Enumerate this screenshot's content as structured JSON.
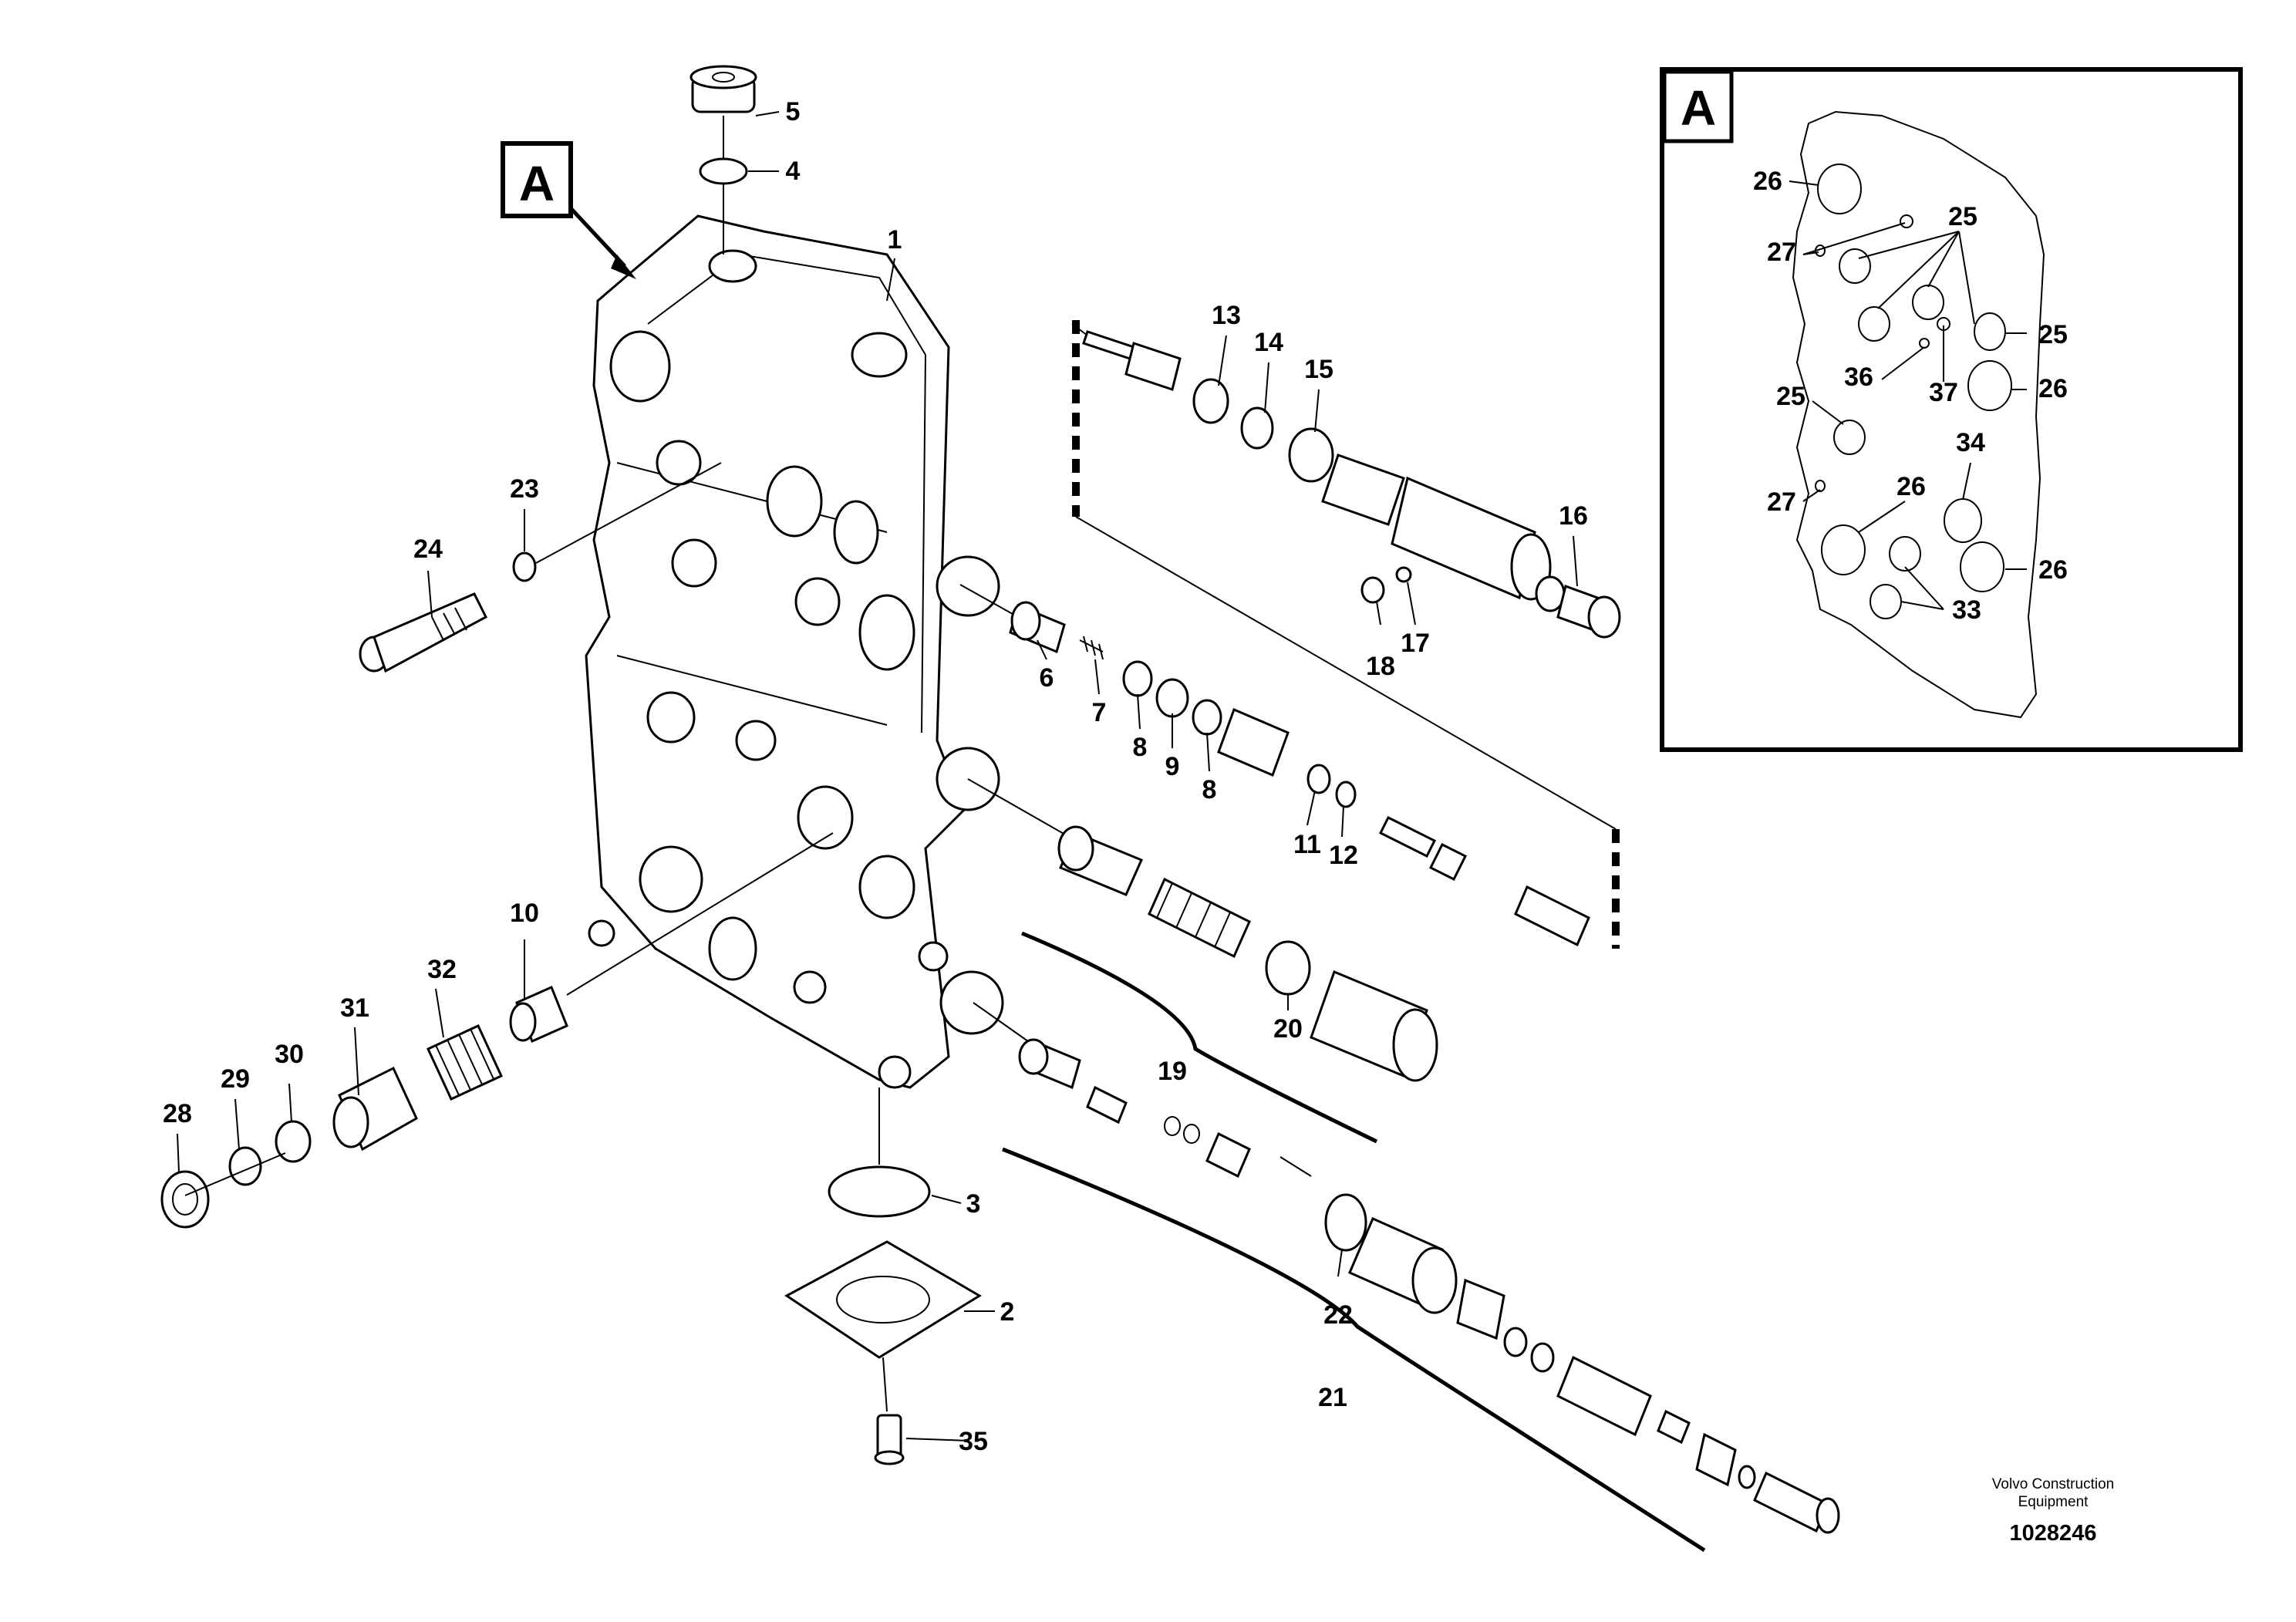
{
  "view_marker": {
    "letter": "A"
  },
  "inset_marker": {
    "letter": "A"
  },
  "callouts_main": [
    "1",
    "2",
    "3",
    "4",
    "5",
    "6",
    "7",
    "8",
    "9",
    "8",
    "10",
    "11",
    "12",
    "13",
    "14",
    "15",
    "16",
    "17",
    "18",
    "19",
    "20",
    "21",
    "22",
    "23",
    "24",
    "28",
    "29",
    "30",
    "31",
    "32",
    "35"
  ],
  "callouts_inset": [
    "25",
    "25",
    "25",
    "26",
    "26",
    "26",
    "26",
    "27",
    "27",
    "33",
    "34",
    "36",
    "37"
  ],
  "credit": {
    "line1": "Volvo Construction",
    "line2": "Equipment"
  },
  "document_number": "1028246"
}
